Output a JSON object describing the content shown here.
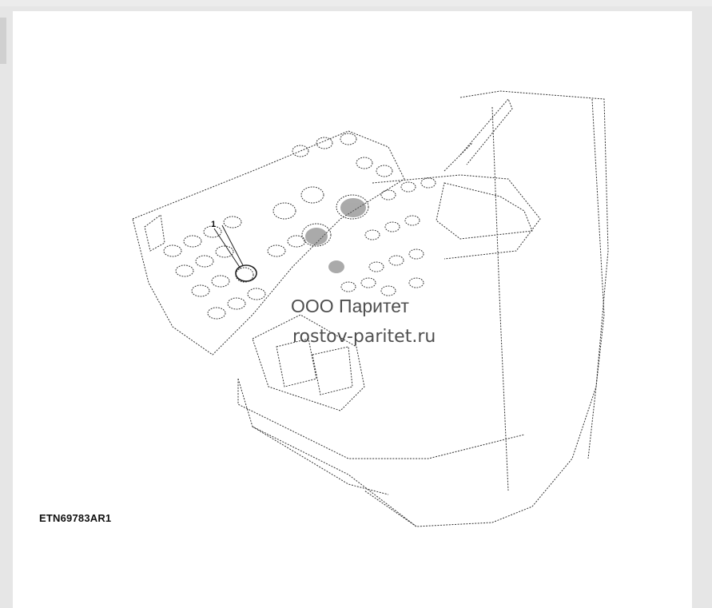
{
  "figure": {
    "id": "ETN69783AR1",
    "callout": "1"
  },
  "watermark": {
    "line1": "ООО Паритет",
    "line2": "rostov-paritet.ru"
  },
  "colors": {
    "line": "#333333",
    "background": "#ffffff",
    "page": "#e6e6e6"
  }
}
